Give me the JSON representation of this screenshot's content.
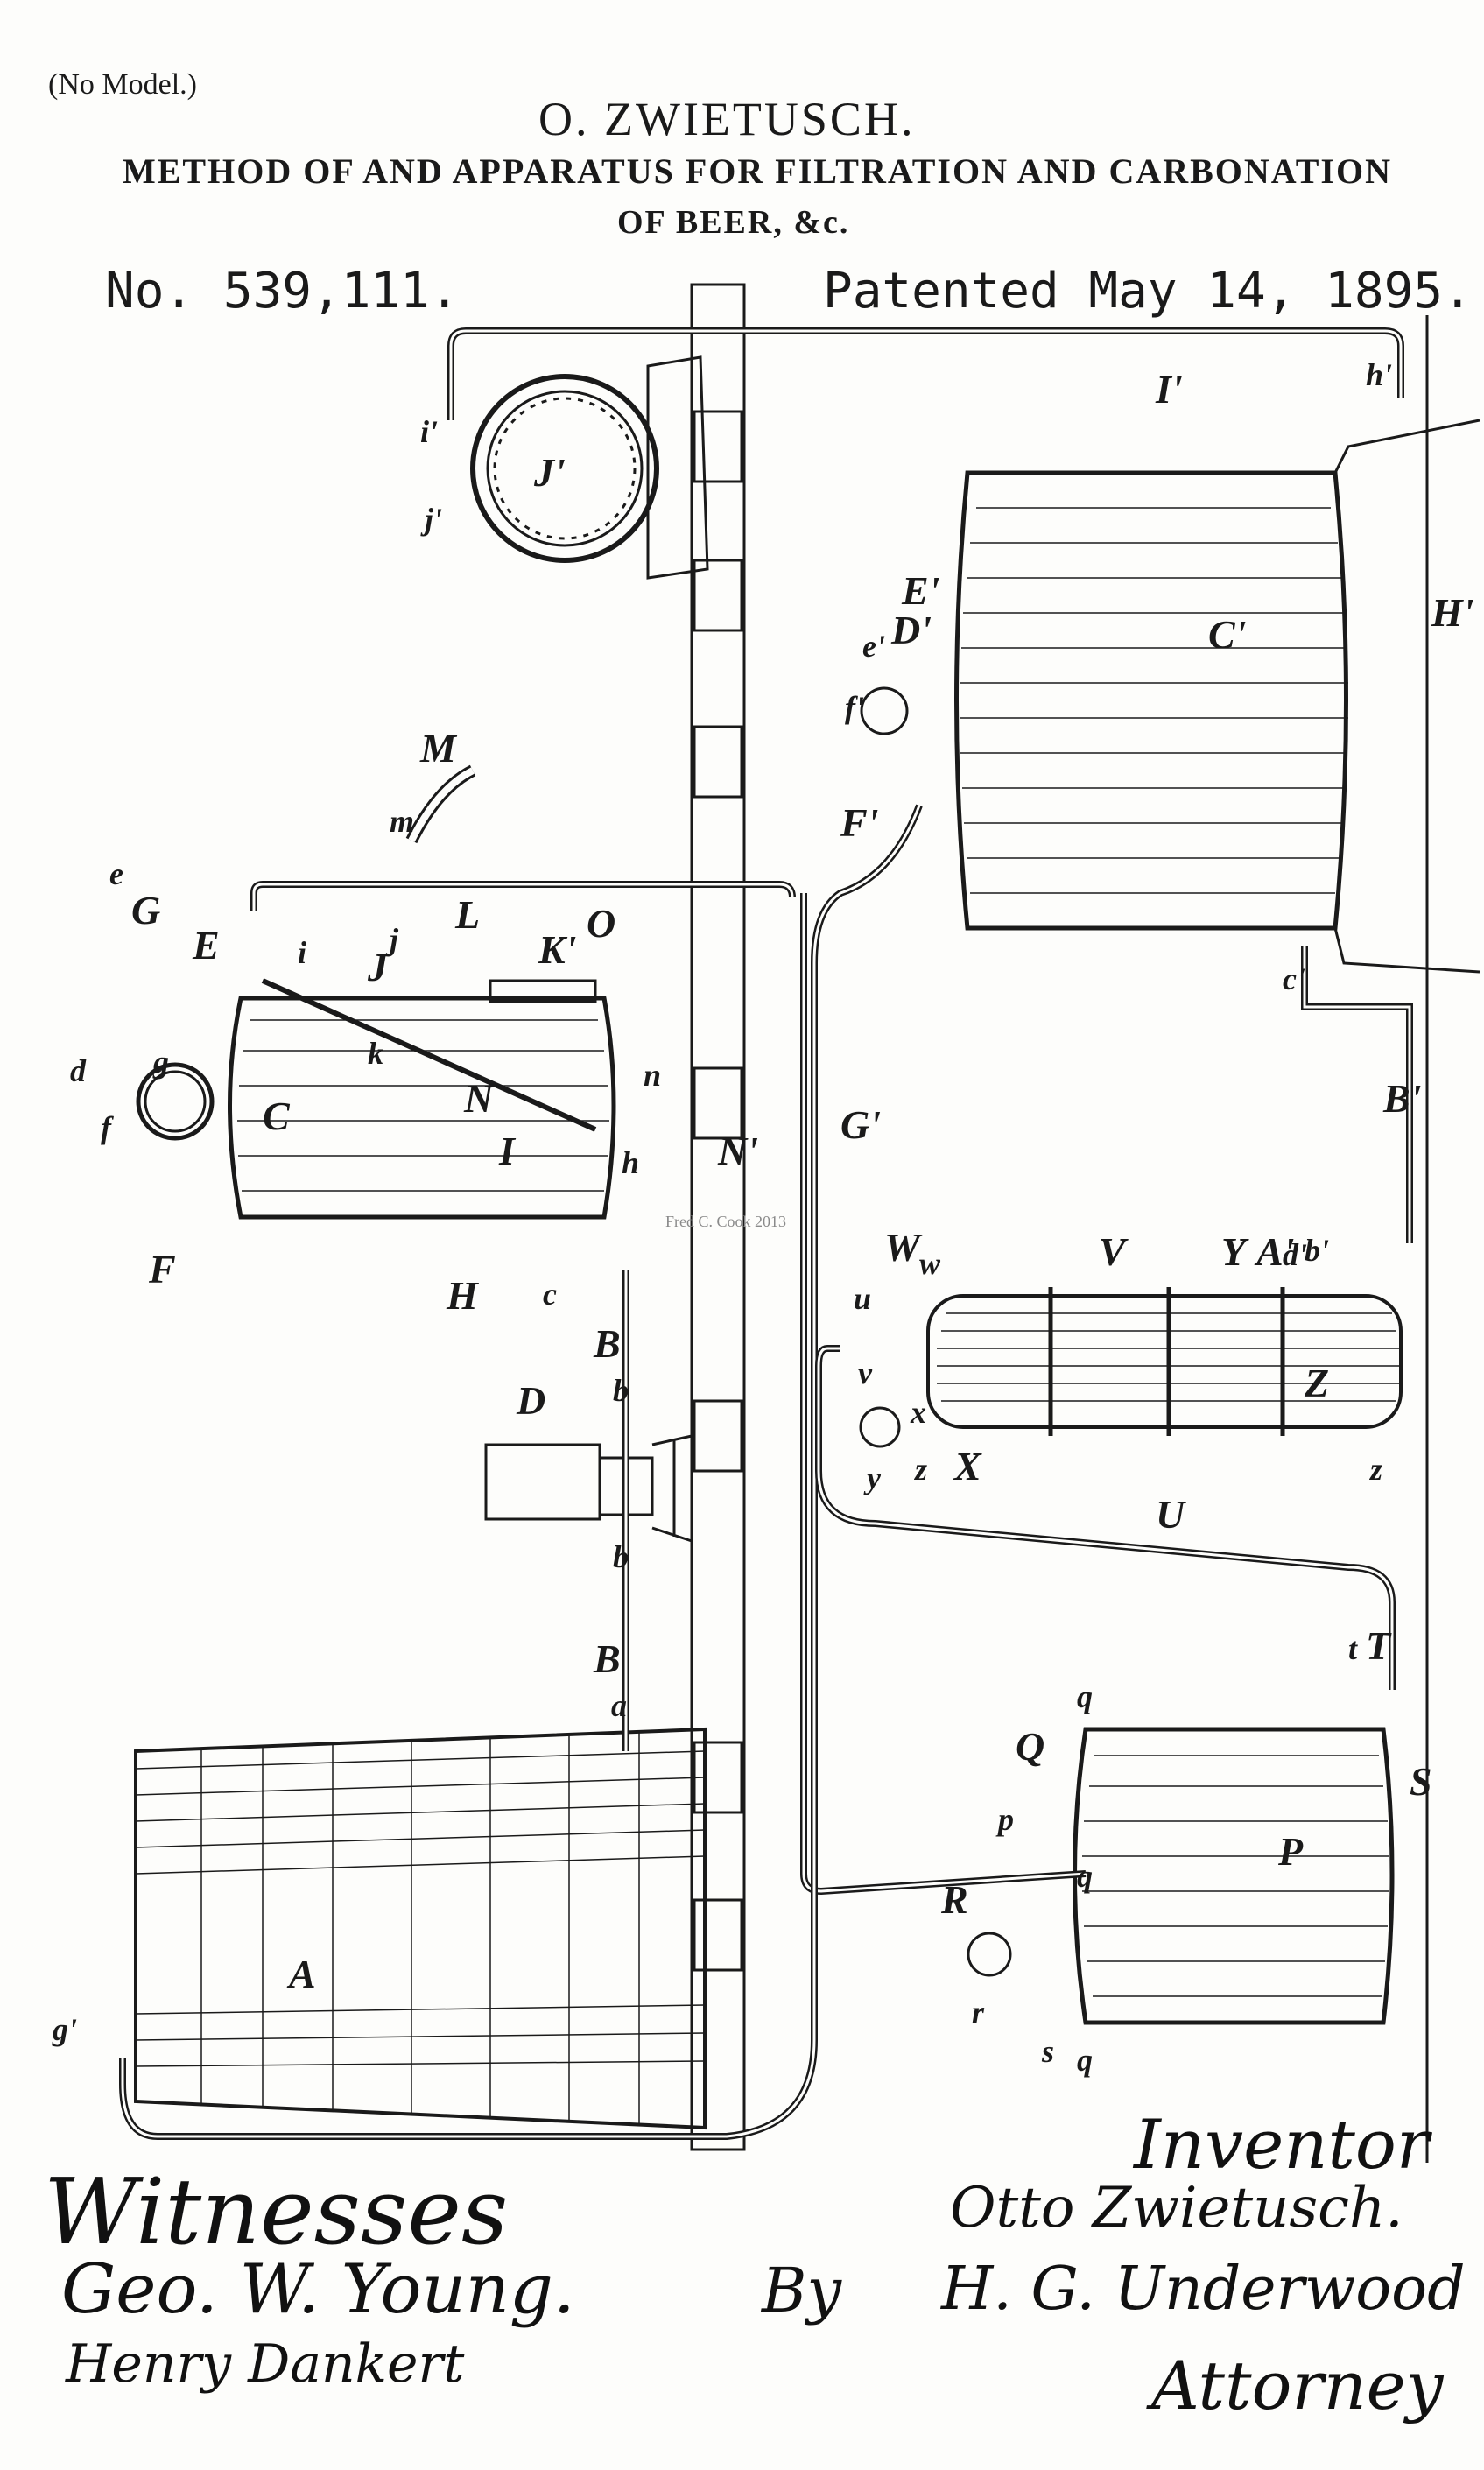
{
  "header": {
    "no_model": "(No Model.)",
    "inventor": "O. ZWIETUSCH.",
    "title_line1": "METHOD OF AND APPARATUS FOR FILTRATION AND CARBONATION",
    "title_line2": "OF BEER, &c.",
    "patent_number": "No. 539,111.",
    "patent_date": "Patented May 14, 1895."
  },
  "signatures": {
    "witnesses_heading": "Witnesses",
    "witness_1": "Geo. W. Young.",
    "witness_2": "Henry Dankert",
    "inventor_heading": "Inventor",
    "inventor_name": "Otto Zwietusch.",
    "by": "By",
    "attorney_name": "H. G. Underwood",
    "attorney_heading": "Attorney"
  },
  "watermark": "Fred C. Cook 2013",
  "labels": {
    "A": "A",
    "B": "B",
    "B2": "B",
    "B_prime": "B'",
    "C": "C",
    "C_prime": "C'",
    "D": "D",
    "D_prime": "D'",
    "E": "E",
    "E_prime": "E'",
    "F": "F",
    "F_prime": "F'",
    "G": "G",
    "G_prime": "G'",
    "H": "H",
    "H_prime": "H'",
    "I": "I",
    "I_prime": "I'",
    "J": "J",
    "J_prime": "J'",
    "K_prime": "K'",
    "L": "L",
    "M": "M",
    "N": "N",
    "N_prime": "N'",
    "O": "O",
    "P": "P",
    "Q": "Q",
    "R": "R",
    "S": "S",
    "T": "T",
    "U": "U",
    "V": "V",
    "W": "W",
    "X": "X",
    "Y": "Y",
    "Z": "Z",
    "A_prime": "A'",
    "a": "a",
    "b": "b",
    "b2": "b",
    "b_prime": "b'",
    "c": "c",
    "c_prime": "c'",
    "d": "d",
    "d_prime": "d'",
    "e": "e",
    "e_prime": "e'",
    "f": "f",
    "f_prime": "f'",
    "g": "g",
    "g_prime": "g'",
    "h": "h",
    "h_prime": "h'",
    "i": "i",
    "i_prime": "i'",
    "j": "j",
    "j_prime": "j'",
    "k": "k",
    "m": "m",
    "n": "n",
    "p": "p",
    "q": "q",
    "q2": "q",
    "q3": "q",
    "r": "r",
    "s": "s",
    "t": "t",
    "u": "u",
    "v": "v",
    "w": "w",
    "x": "x",
    "y": "y",
    "z": "z",
    "z2": "z"
  }
}
